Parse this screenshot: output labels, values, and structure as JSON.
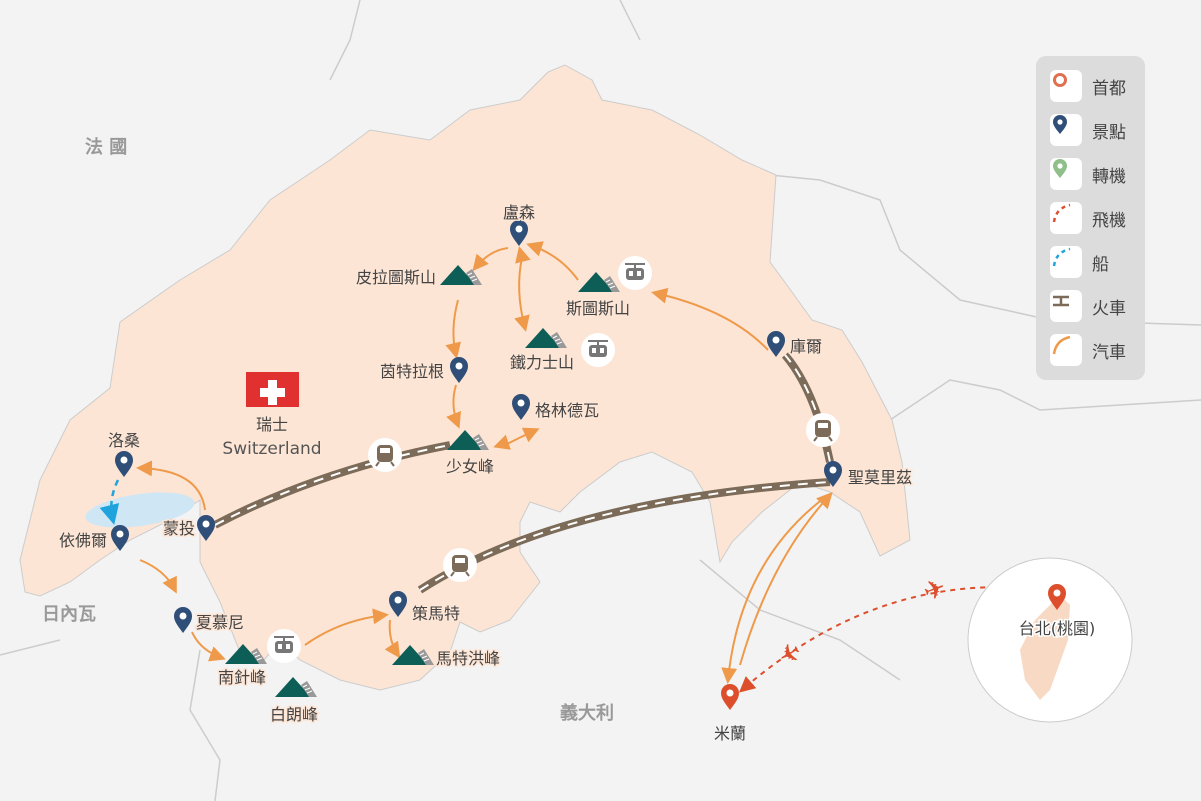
{
  "countries": {
    "france": "法 國",
    "italy": "義大利",
    "geneva": "日內瓦"
  },
  "switzerland": {
    "zh": "瑞士",
    "en": "Switzerland"
  },
  "places": {
    "lucerne": "盧森",
    "pilatus": "皮拉圖斯山",
    "stanserhorn": "斯圖斯山",
    "titlis": "鐵力士山",
    "interlaken": "茵特拉根",
    "grindelwald": "格林德瓦",
    "jungfrau": "少女峰",
    "chur": "庫爾",
    "stmoritz": "聖莫里茲",
    "lausanne": "洛桑",
    "montreux": "蒙投",
    "evian": "依佛爾",
    "chamonix": "夏慕尼",
    "aiguille": "南針峰",
    "montblanc": "白朗峰",
    "zermatt": "策馬特",
    "matterhorn": "馬特洪峰",
    "milan": "米蘭",
    "taipei": "台北(桃園)"
  },
  "legend": [
    {
      "icon": "capital-icon",
      "label": "首都"
    },
    {
      "icon": "attraction-pin-icon",
      "label": "景點"
    },
    {
      "icon": "transfer-pin-icon",
      "label": "轉機"
    },
    {
      "icon": "flight-route-icon",
      "label": "飛機"
    },
    {
      "icon": "boat-route-icon",
      "label": "船"
    },
    {
      "icon": "train-route-icon",
      "label": "火車"
    },
    {
      "icon": "car-route-icon",
      "label": "汽車"
    }
  ],
  "colors": {
    "land": "#fde5d5",
    "route_car": "#ef9a4a",
    "route_flight": "#dd4f2c",
    "route_boat": "#1fa3dc",
    "rail": "#7b6b58",
    "pin": "#2f4e78",
    "mountain": "#0e5e58"
  }
}
